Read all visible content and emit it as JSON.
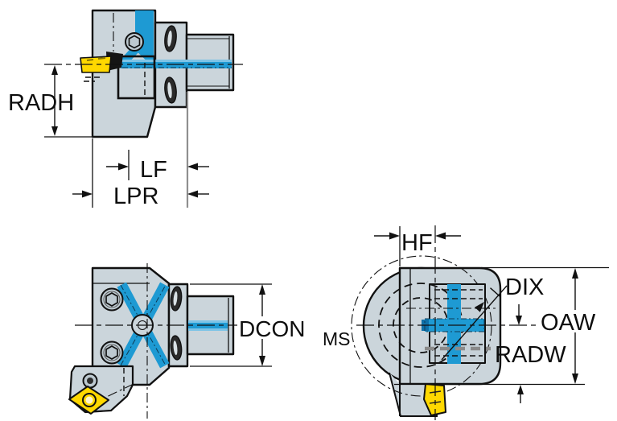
{
  "drawing": {
    "views": {
      "top_left": {
        "labels": {
          "radh": "RADH",
          "lf": "LF",
          "lpr": "LPR"
        }
      },
      "bottom_left": {
        "labels": {
          "dcon": "DCON",
          "dcon_sub": "MS"
        }
      },
      "front": {
        "labels": {
          "hf": "HF",
          "dix": "DIX",
          "oaw": "OAW",
          "radw": "RADW"
        }
      }
    },
    "colors": {
      "background": "#ffffff",
      "tool_body": "#cbd5db",
      "outline": "#111111",
      "coolant_blue": "#1e9ad3",
      "coolant_light": "#7fc4e6",
      "coolant_dark": "#0f6fa8",
      "insert_yellow": "#ffd800",
      "extension_gray": "#8f8f8f",
      "hidden_edge_gray": "#8a8a8a"
    }
  }
}
